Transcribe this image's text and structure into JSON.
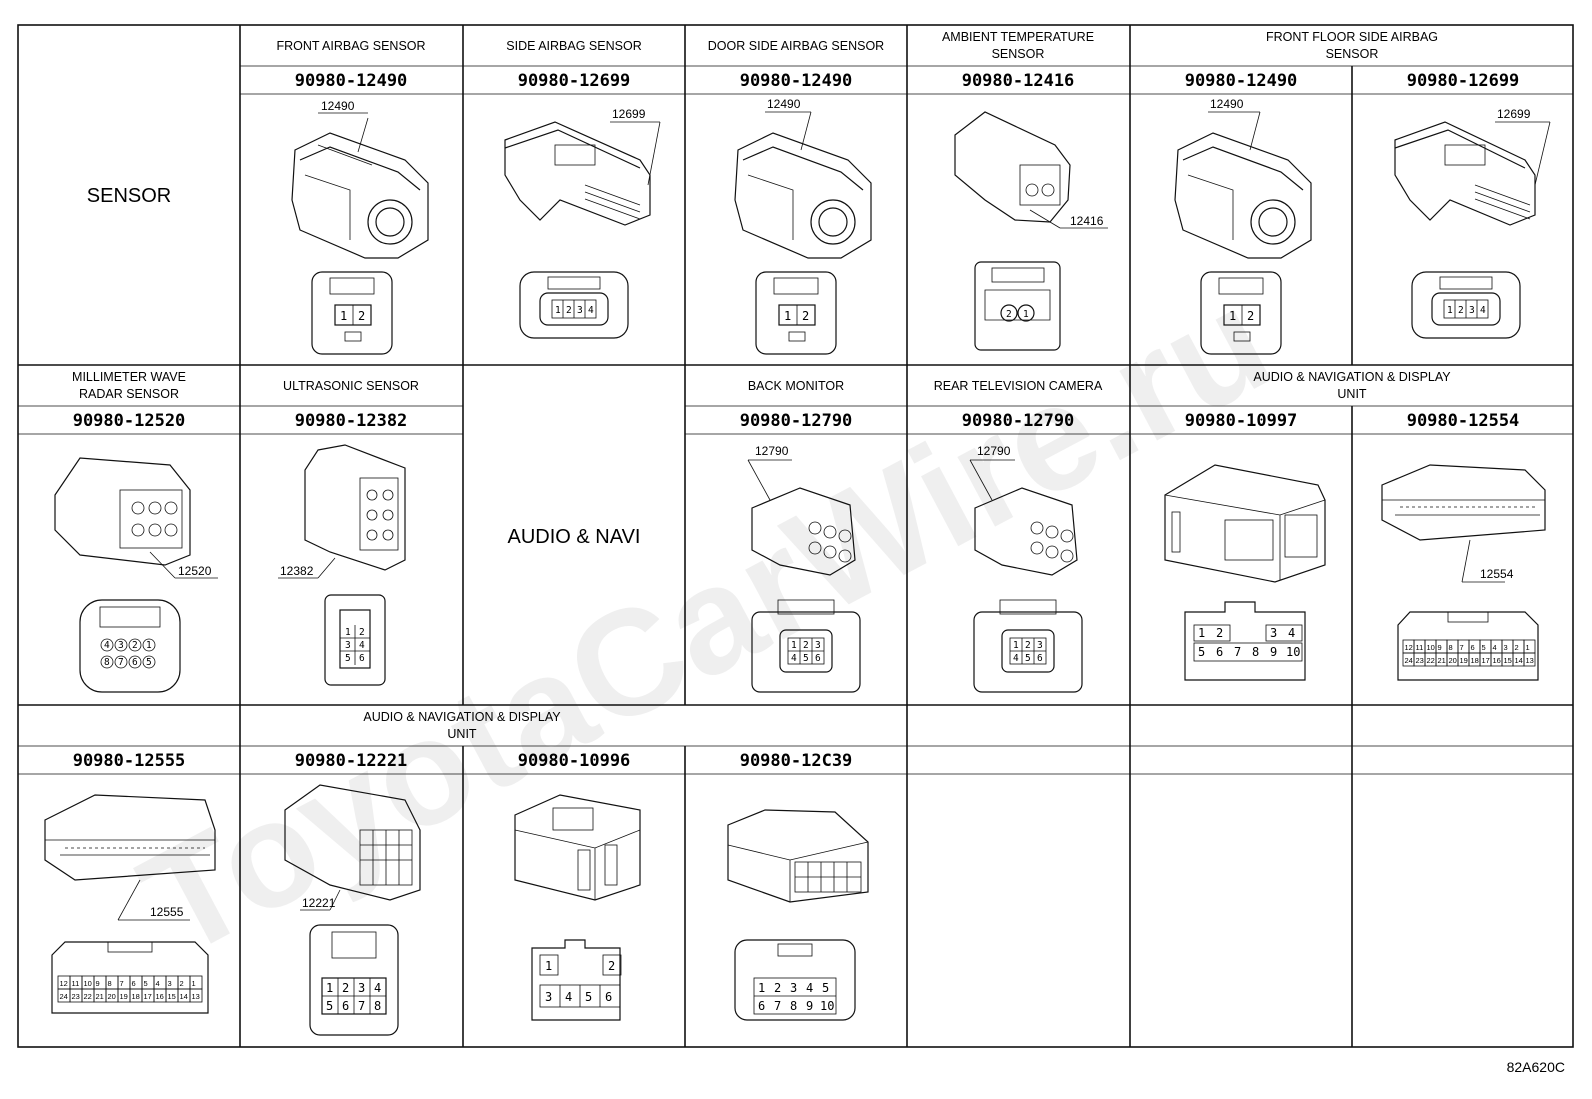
{
  "row1": {
    "section_label": "SENSOR",
    "cells": [
      {
        "name": "FRONT AIRBAG SENSOR",
        "parts": [
          "90980-12490"
        ],
        "callouts": [
          "12490"
        ],
        "pins": [
          [
            "1",
            "2"
          ]
        ]
      },
      {
        "name": "SIDE AIRBAG SENSOR",
        "parts": [
          "90980-12699"
        ],
        "callouts": [
          "12699"
        ],
        "pins": [
          [
            "1",
            "2",
            "3",
            "4"
          ]
        ]
      },
      {
        "name": "DOOR SIDE AIRBAG SENSOR",
        "parts": [
          "90980-12490"
        ],
        "callouts": [
          "12490"
        ],
        "pins": [
          [
            "1",
            "2"
          ]
        ]
      },
      {
        "name": "AMBIENT TEMPERATURE SENSOR",
        "name_lines": [
          "AMBIENT TEMPERATURE",
          "SENSOR"
        ],
        "parts": [
          "90980-12416"
        ],
        "callouts": [
          "12416"
        ],
        "pins": [
          [
            "2",
            "1"
          ]
        ]
      },
      {
        "name": "FRONT FLOOR SIDE AIRBAG SENSOR",
        "name_lines": [
          "FRONT FLOOR SIDE AIRBAG",
          "SENSOR"
        ],
        "parts": [
          "90980-12490",
          "90980-12699"
        ],
        "callouts": [
          "12490",
          "12699"
        ],
        "pins": [
          [
            "1",
            "2"
          ],
          [
            "1",
            "2",
            "3",
            "4"
          ]
        ]
      }
    ]
  },
  "row2": {
    "cells": [
      {
        "name": "MILLIMETER WAVE RADAR SENSOR",
        "name_lines": [
          "MILLIMETER WAVE",
          "RADAR SENSOR"
        ],
        "part": "90980-12520",
        "callout": "12520",
        "pins": [
          "4",
          "3",
          "2",
          "1",
          "8",
          "7",
          "6",
          "5"
        ]
      },
      {
        "name": "ULTRASONIC SENSOR",
        "part": "90980-12382",
        "callout": "12382",
        "pins": [
          "1",
          "2",
          "3",
          "4",
          "5",
          "6"
        ]
      },
      {
        "name": "AUDIO & NAVI"
      },
      {
        "name": "BACK MONITOR",
        "part": "90980-12790",
        "callout": "12790",
        "pins": [
          "1",
          "2",
          "3",
          "4",
          "5",
          "6"
        ]
      },
      {
        "name": "REAR TELEVISION CAMERA",
        "part": "90980-12790",
        "callout": "12790",
        "pins": [
          "1",
          "2",
          "3",
          "4",
          "5",
          "6"
        ]
      },
      {
        "name": "AUDIO & NAVIGATION & DISPLAY UNIT",
        "name_lines": [
          "AUDIO & NAVIGATION & DISPLAY",
          "UNIT"
        ],
        "parts": [
          "90980-10997",
          "90980-12554"
        ],
        "callout": "12554",
        "pins_a": [
          "1",
          "2",
          "3",
          "4",
          "5",
          "6",
          "7",
          "8",
          "9",
          "10"
        ],
        "pins_b": [
          "12",
          "11",
          "10",
          "9",
          "8",
          "7",
          "6",
          "5",
          "4",
          "3",
          "2",
          "1",
          "24",
          "23",
          "22",
          "21",
          "20",
          "19",
          "18",
          "17",
          "16",
          "15",
          "14",
          "13"
        ]
      }
    ]
  },
  "row3": {
    "name_lines": [
      "AUDIO & NAVIGATION & DISPLAY",
      "UNIT"
    ],
    "parts": [
      "90980-12555",
      "90980-12221",
      "90980-10996",
      "90980-12C39"
    ],
    "callouts": [
      "12555",
      "12221"
    ],
    "pins_12555": [
      "12",
      "11",
      "10",
      "9",
      "8",
      "7",
      "6",
      "5",
      "4",
      "3",
      "2",
      "1",
      "24",
      "23",
      "22",
      "21",
      "20",
      "19",
      "18",
      "17",
      "16",
      "15",
      "14",
      "13"
    ],
    "pins_12221": [
      "1",
      "2",
      "3",
      "4",
      "5",
      "6",
      "7",
      "8"
    ],
    "pins_10996": [
      "1",
      "2",
      "3",
      "4",
      "5",
      "6"
    ],
    "pins_12C39": [
      "1",
      "2",
      "3",
      "4",
      "5",
      "6",
      "7",
      "8",
      "9",
      "10"
    ]
  },
  "watermark": "ToyotaCarWire.ru",
  "figure_code": "82A620C"
}
